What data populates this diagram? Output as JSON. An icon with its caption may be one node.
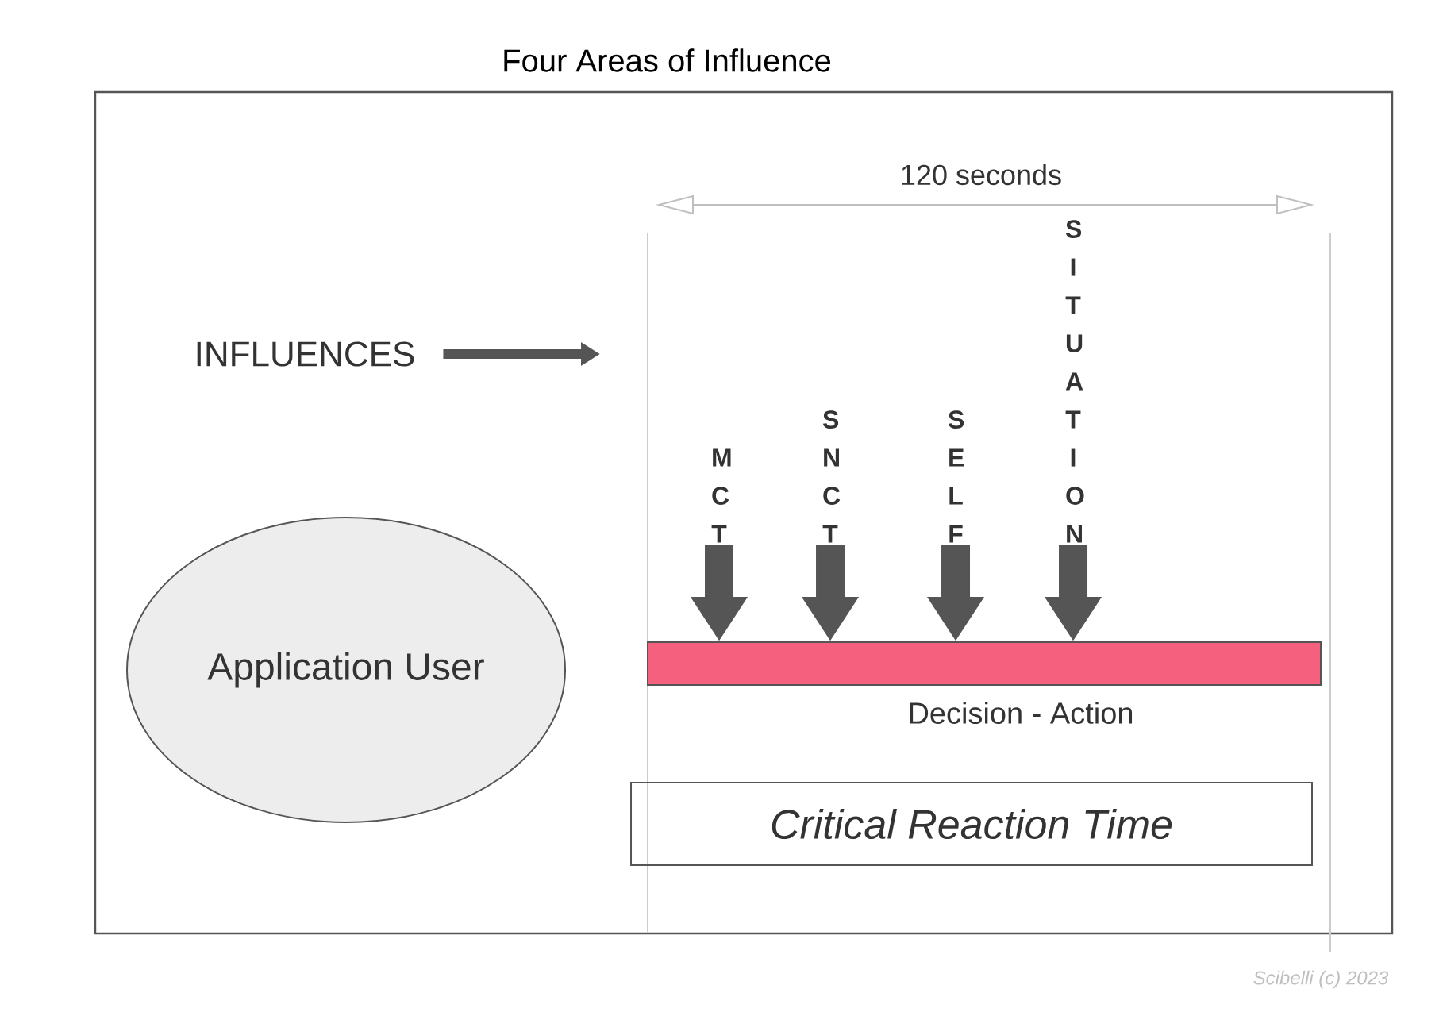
{
  "diagram": {
    "title": "Four Areas of Influence",
    "nodes": [
      {
        "text": [
          "Application User"
        ]
      },
      {
        "text": [],
        "shape": "bar",
        "beside": [
          "Decision - Action"
        ]
      },
      {
        "text": [
          "Critical Reaction Time"
        ]
      },
      {
        "text": [
          "INFLUENCES"
        ]
      },
      {
        "text": [
          "M C T"
        ]
      },
      {
        "text": [
          "S N C T"
        ]
      },
      {
        "text": [
          "S E L F"
        ]
      },
      {
        "text": [
          "S I T U A T I O N"
        ]
      }
    ],
    "edges": [
      {
        "from": 4,
        "to": 1,
        "arrow": "to"
      },
      {
        "from": 5,
        "to": 1,
        "arrow": "to"
      },
      {
        "from": 6,
        "to": 1,
        "arrow": "to"
      },
      {
        "from": 7,
        "to": 1,
        "arrow": "to"
      },
      {
        "from": 3,
        "to": null,
        "arrow": "to"
      }
    ],
    "labels": [
      "120 seconds",
      "Scibelli (c) 2023"
    ]
  }
}
